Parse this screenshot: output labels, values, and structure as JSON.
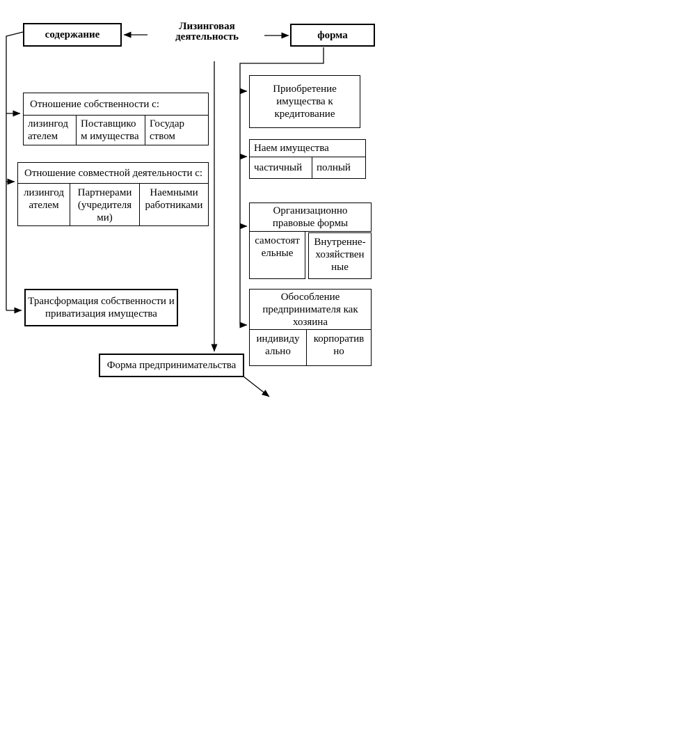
{
  "title": {
    "text": "Лизинговая\nдеятельность"
  },
  "top": {
    "content_label": "содержание",
    "form_label": "форма"
  },
  "left_branch": {
    "ownership_table": {
      "header": "Отношение собственности с:",
      "cells": [
        "лизингод\nателем",
        "Поставщико\nм имущества",
        "Государ\nством"
      ]
    },
    "joint_activity_table": {
      "header": "Отношение совместной деятельности с:",
      "cells": [
        "лизингод\nателем",
        "Партнерами\n(учредителя\nми)",
        "Наемными\nработниками"
      ]
    },
    "transformation_box": "Трансформация собственности и\nприватизация имущества"
  },
  "right_branch": {
    "acquisition_box": "Приобретение\nимущества к\nкредитование",
    "hire_table": {
      "header": "Наем имущества",
      "cells": [
        "частичный",
        "полный"
      ]
    },
    "org_table": {
      "header": "Организационно\nправовые формы",
      "cells": [
        "самостоят\nельные",
        "Внутренне-\nхозяйствен\nные"
      ]
    },
    "separation_table": {
      "header": "Обособление\nпредпринимателя как\nхозяина",
      "cells": [
        "индивиду\nально",
        "корпоратив\nно"
      ]
    }
  },
  "bottom": {
    "entrepreneurship_form_box": "Форма предпринимательства"
  },
  "colors": {
    "line": "#000000",
    "border": "#000000",
    "text": "#000000",
    "background": "#ffffff"
  }
}
